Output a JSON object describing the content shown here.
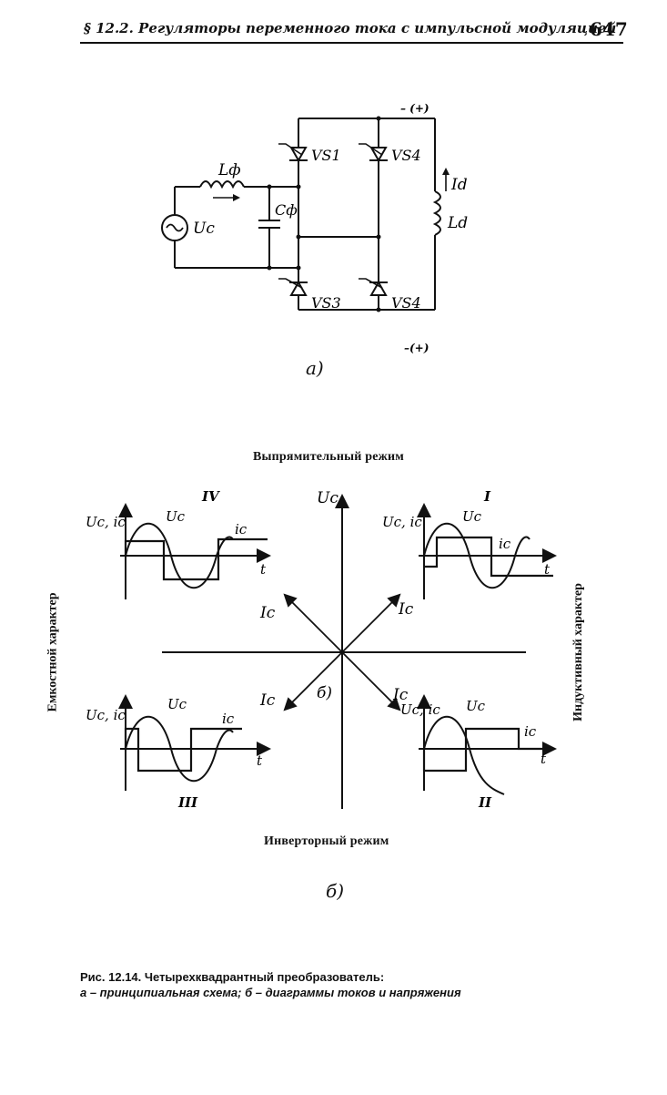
{
  "header": {
    "running_title": "§ 12.2. Регуляторы переменного тока с импульсной модуляцией",
    "page_number": "647"
  },
  "circuit": {
    "labels": {
      "lf": "Lф",
      "cf": "Cф",
      "uc": "Uc",
      "vs1": "VS1",
      "vs4_top": "VS4",
      "vs3": "VS3",
      "vs4_bottom": "VS4",
      "id": "Id",
      "ld": "Ld",
      "pol_top": "– (+)",
      "pol_bottom": "–(+)"
    },
    "caption_letter": "а)"
  },
  "diagram": {
    "mode_top": "Выпрямительный режим",
    "mode_bottom": "Инверторный режим",
    "side_left": "Емкостной характер",
    "side_right": "Индуктивный характер",
    "axis_label": "Uc",
    "center_label": "б)",
    "caption_letter": "б)",
    "quadrants": {
      "q1": {
        "roman": "I",
        "axis_y": "Uc, ic",
        "wave_u": "Uc",
        "wave_i": "ic",
        "t": "t"
      },
      "q2": {
        "roman": "II",
        "axis_y": "Uc, ic",
        "wave_u": "Uc",
        "wave_i": "ic",
        "t": "t"
      },
      "q3": {
        "roman": "III",
        "axis_y": "Uc, ic",
        "wave_u": "Uc",
        "wave_i": "ic",
        "t": "t"
      },
      "q4": {
        "roman": "IV",
        "axis_y": "Uc, ic",
        "wave_u": "Uc",
        "wave_i": "ic",
        "t": "t"
      }
    },
    "vectors": {
      "ic": "Ic"
    }
  },
  "caption": {
    "line1": "Рис. 12.14. Четырехквадрантный преобразователь:",
    "line2": "а – принципиальная схема; б – диаграммы токов и напряжения"
  }
}
